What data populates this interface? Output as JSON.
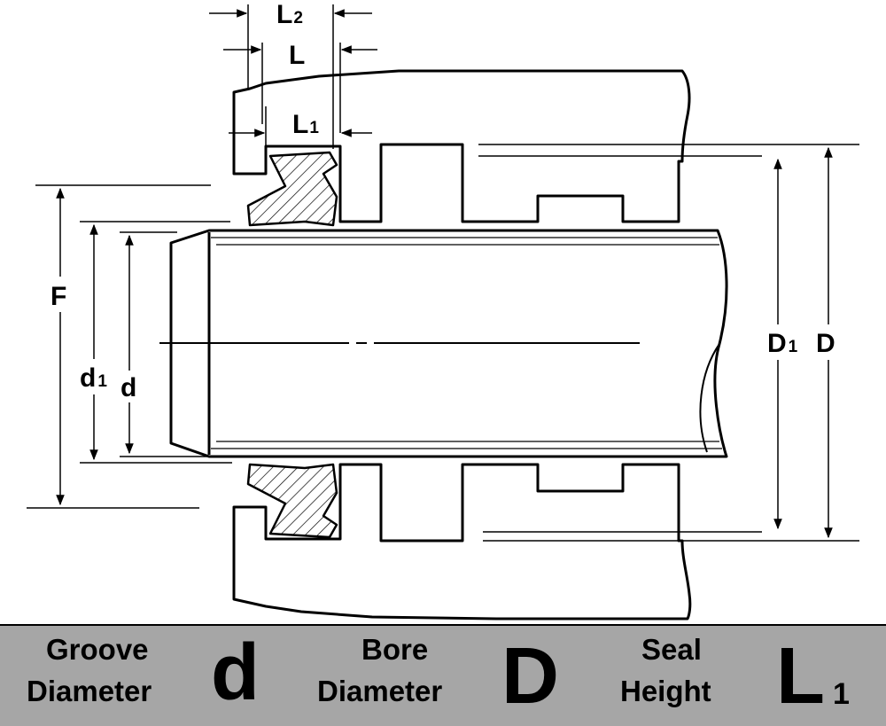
{
  "diagram": {
    "dimension_labels": {
      "L2": {
        "main": "L",
        "sub": "2"
      },
      "L": {
        "main": "L"
      },
      "L1": {
        "main": "L",
        "sub": "1"
      },
      "F": {
        "main": "F"
      },
      "d1": {
        "main": "d",
        "sub": "1"
      },
      "d": {
        "main": "d"
      },
      "D1": {
        "main": "D",
        "sub": "1"
      },
      "D": {
        "main": "D"
      }
    }
  },
  "footer": {
    "groove": {
      "line1": "Groove",
      "line2": "Diameter",
      "symbol": "d"
    },
    "bore": {
      "line1": "Bore",
      "line2": "Diameter",
      "symbol": "D"
    },
    "seal": {
      "line1": "Seal",
      "line2": "Height",
      "symbol": "L",
      "symbol_sub": "1"
    }
  }
}
